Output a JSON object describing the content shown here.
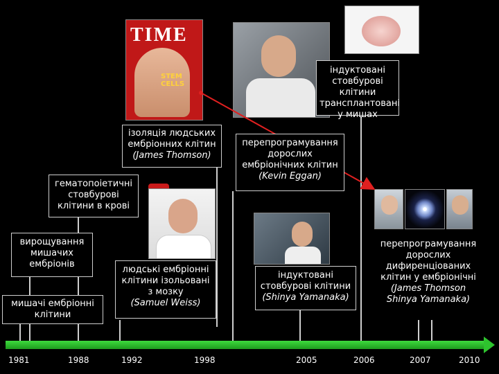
{
  "timeline": {
    "years": [
      "1981",
      "1988",
      "1992",
      "1998",
      "2005",
      "2006",
      "2007",
      "2010"
    ]
  },
  "events": {
    "mouse_embryonic": "мишачі ембріонні клітини",
    "growing_embryos": "вирощування мишачих ембріонів",
    "hematopoietic": "гематопоіетичні стовбурові клітини в крові",
    "human_isolation": "ізоляція людських ембріонних клітин",
    "human_isolation_author": "(James Thomson)",
    "brain_cells": "людські ембріонні клітини ізольовані з мозку",
    "brain_cells_author": "(Samuel Weiss)",
    "reprogramming_adult": "перепрограмування дорослих ембріонічних клітин",
    "reprogramming_adult_author": "(Kevin Eggan)",
    "induced_transplanted": "індуктовані стовбурові клітини трансплантовані у мишах",
    "induced_stem": "індуктовані стовбурові клітини",
    "induced_stem_author": "(Shinya Yamanaka)",
    "reprogramming_diff": "перепрограмування дорослих дифиренціованих клітин у ембріонічні",
    "reprogramming_diff_author": "(James Thomson Shinya Yamanaka)"
  },
  "images": {
    "magazine_title": "TIME",
    "magazine_subtitle": "STEM CELLS"
  },
  "colors": {
    "timeline": "#2ec42e",
    "arrow": "#e02020",
    "border": "#cfcfcf"
  }
}
